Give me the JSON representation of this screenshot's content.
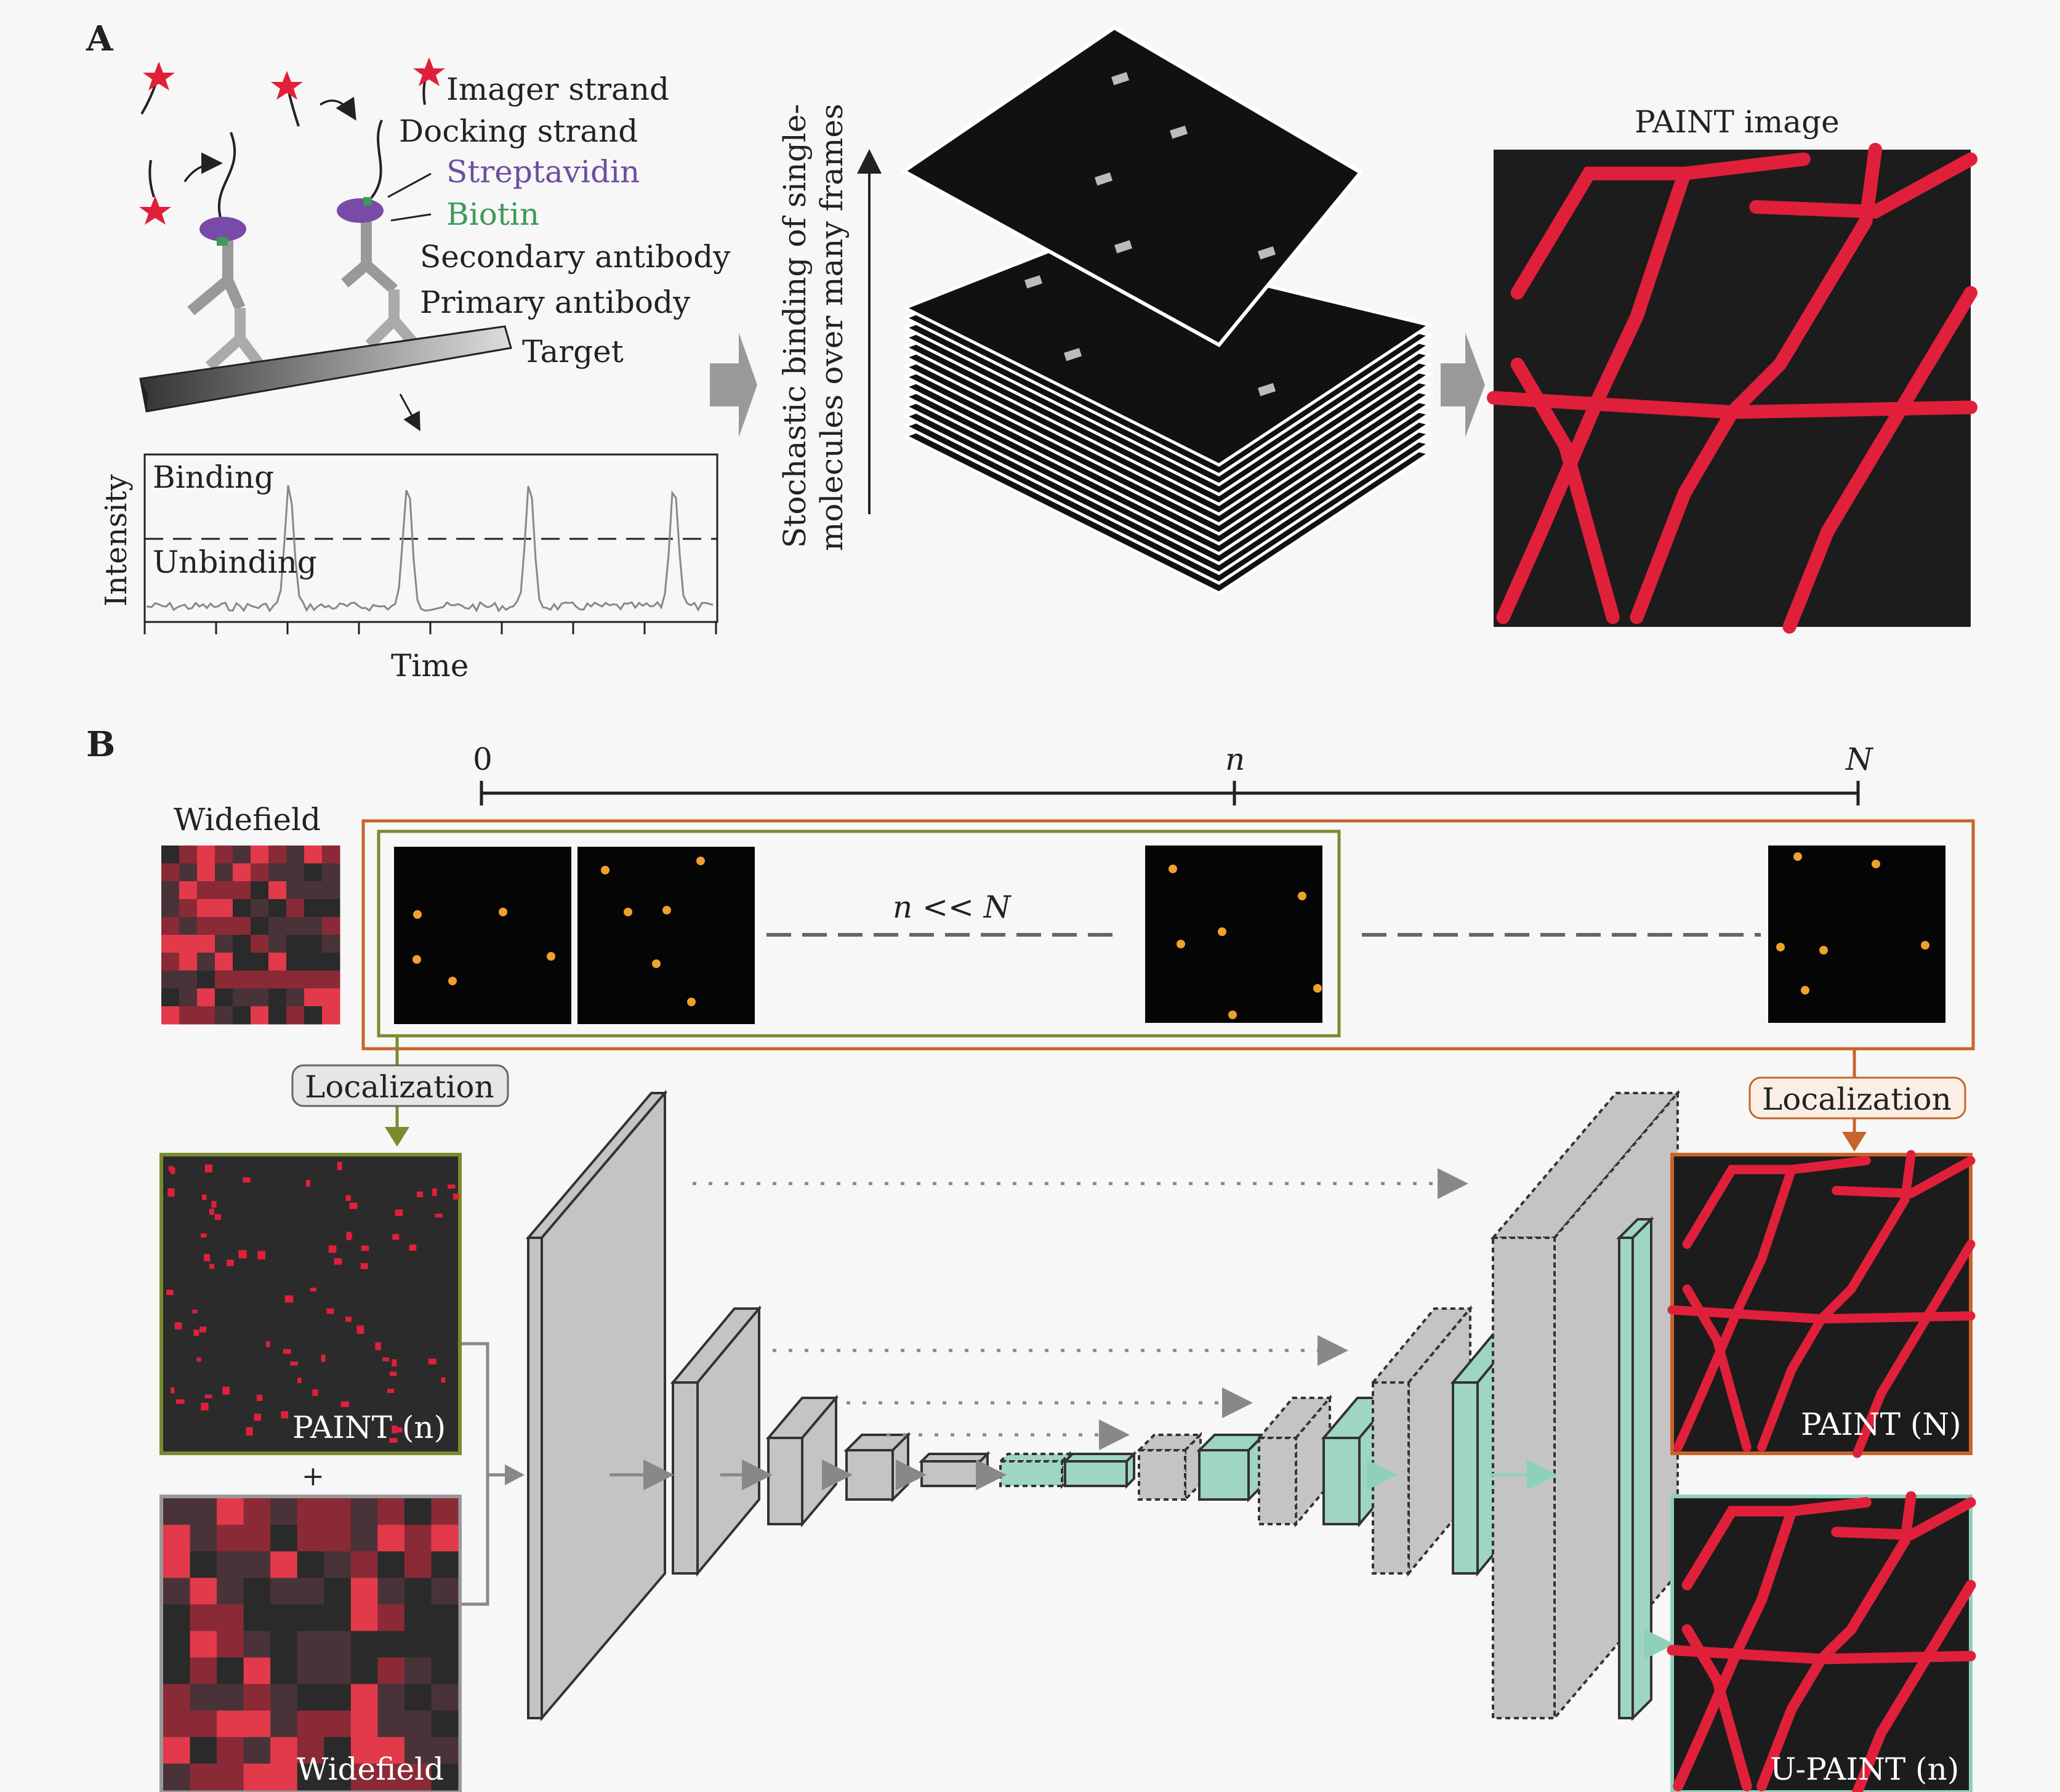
{
  "panel_a": {
    "letter": "A",
    "labels": {
      "imager": "Imager strand",
      "docking": "Docking strand",
      "streptavidin": "Streptavidin",
      "biotin": "Biotin",
      "secondary": "Secondary antibody",
      "primary": "Primary antibody",
      "target": "Target"
    },
    "trace": {
      "binding": "Binding",
      "unbinding": "Unbinding",
      "ylabel": "Intensity",
      "xlabel": "Time"
    },
    "stack_label_1": "Stochastic binding of single-",
    "stack_label_2": "molecules over many frames",
    "paint_image_label": "PAINT image"
  },
  "panel_b": {
    "letter": "B",
    "timeline": {
      "start": "0",
      "mid": "n",
      "end": "N"
    },
    "widefield_top": "Widefield",
    "ratio": "n << N",
    "localization_left": "Localization",
    "localization_right": "Localization",
    "plus": "+",
    "paint_n": "PAINT (n)",
    "widefield_bottom": "Widefield",
    "paint_N": "PAINT (N)",
    "upaint_n": "U-PAINT (n)"
  },
  "colors": {
    "streptavidin": "#6b4fa0",
    "biotin": "#3f9a5a",
    "olive": "#7a8a2e",
    "orange": "#c8642a",
    "teal": "#8fd0bb",
    "red": "#e0203a"
  }
}
